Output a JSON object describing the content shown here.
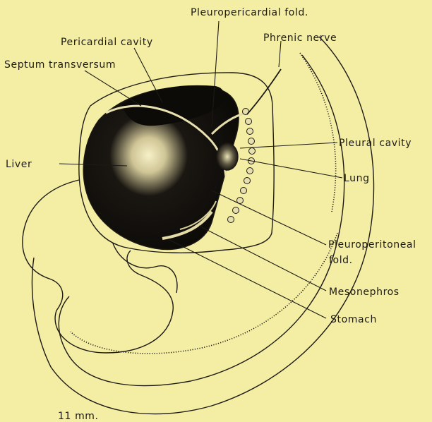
{
  "figure": {
    "labels": {
      "pleuropericardial_fold": "Pleuropericardial fold.",
      "pericardial_cavity": "Pericardial cavity",
      "phrenic_nerve": "Phrenic nerve",
      "septum_transversum": "Septum transversum",
      "pleural_cavity": "Pleural cavity",
      "liver": "Liver",
      "lung": "Lung",
      "pleuroperitoneal_fold_line1": "Pleuroperitoneal",
      "pleuroperitoneal_fold_line2": "fold.",
      "mesonephros": "Mesonephros",
      "stomach": "Stomach",
      "scale": "11 mm."
    },
    "colors": {
      "paper": "#f4eda4",
      "ink": "#1d1a14"
    }
  }
}
